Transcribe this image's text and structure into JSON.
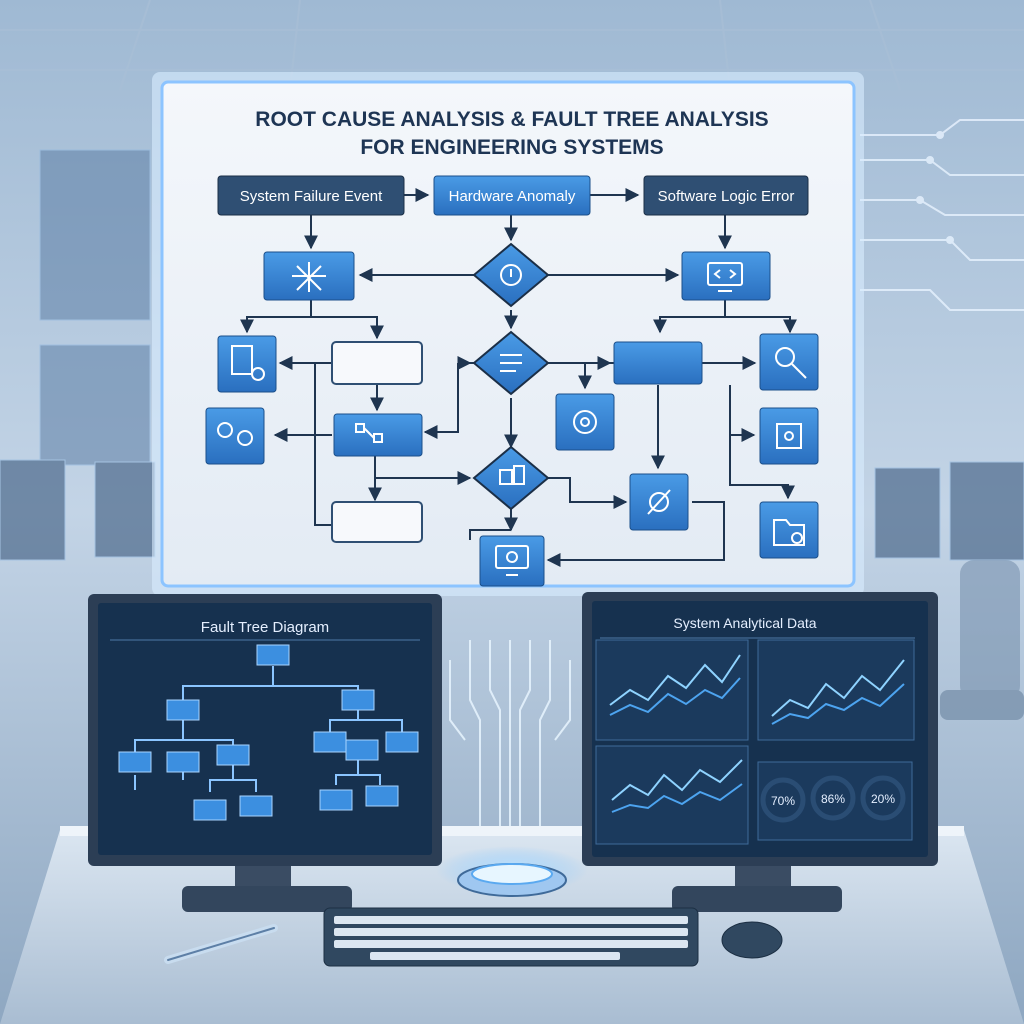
{
  "board": {
    "title_line1": "ROOT CAUSE ANALYSIS & FAULT TREE ANALYSIS",
    "title_line2": "FOR ENGINEERING SYSTEMS",
    "top_nodes": [
      "System Failure Event",
      "Hardware Anomaly",
      "Software Logic Error"
    ]
  },
  "left_monitor": {
    "title": "Fault Tree Diagram"
  },
  "right_monitor": {
    "title": "System Analytical Data",
    "gauges": [
      "70%",
      "86%",
      "20%"
    ]
  },
  "colors": {
    "background": "#c9d8e8",
    "board": "#eef3f9",
    "node_dark": "#2f4f73",
    "node_blue": "#2f7bd2",
    "monitor_screen": "#16314f",
    "glow": "#7fc4ff"
  }
}
